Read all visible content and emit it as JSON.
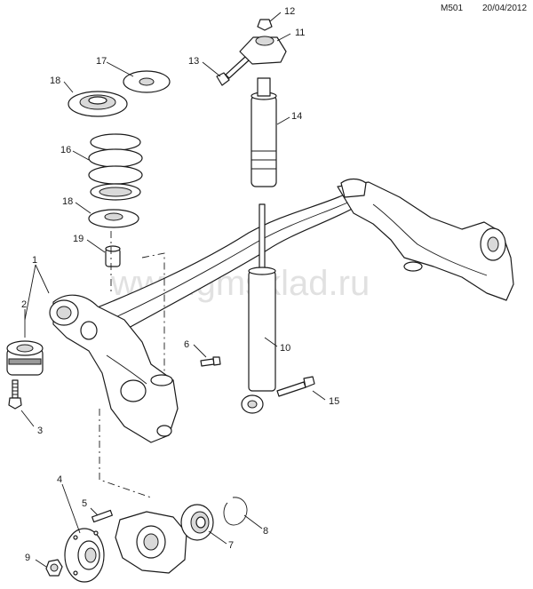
{
  "header": {
    "code": "M501",
    "date": "20/04/2012"
  },
  "watermark": "www.gmsklad.ru",
  "callouts": {
    "c1": "1",
    "c2": "2",
    "c3": "3",
    "c4": "4",
    "c5": "5",
    "c6": "6",
    "c7": "7",
    "c8": "8",
    "c9": "9",
    "c10": "10",
    "c11": "11",
    "c12": "12",
    "c13": "13",
    "c14": "14",
    "c15": "15",
    "c16": "16",
    "c17": "17",
    "c18a": "18",
    "c18b": "18",
    "c19": "19"
  }
}
